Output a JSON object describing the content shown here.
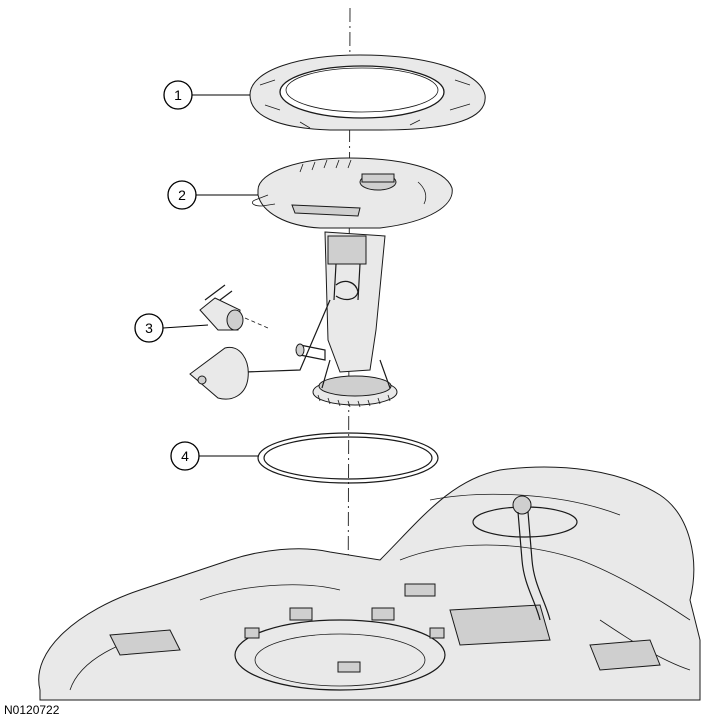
{
  "figure_id": "N0120722",
  "callouts": [
    {
      "label": "1"
    },
    {
      "label": "2"
    },
    {
      "label": "3"
    },
    {
      "label": "4"
    }
  ]
}
